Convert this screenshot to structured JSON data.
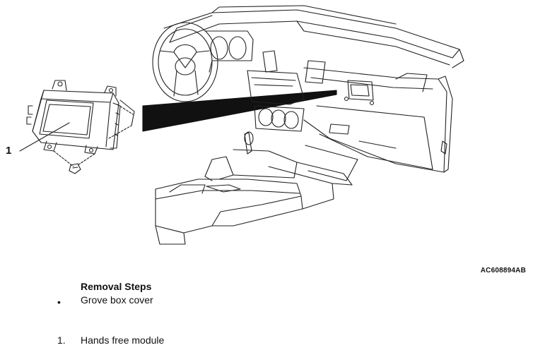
{
  "diagram": {
    "callout_number": "1",
    "reference_code": "AC608894AB"
  },
  "removal": {
    "title": "Removal Steps",
    "steps": [
      {
        "marker": "•",
        "label": "Grove box cover"
      },
      {
        "marker": "1.",
        "label": "Hands free module"
      }
    ]
  }
}
